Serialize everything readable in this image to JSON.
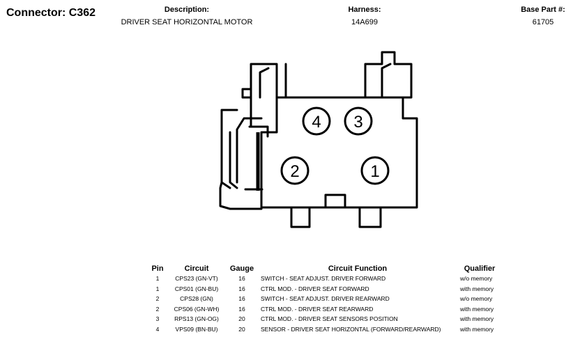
{
  "connector": {
    "title": "Connector: C362"
  },
  "header": {
    "description_label": "Description:",
    "description_value": "DRIVER SEAT HORIZONTAL MOTOR",
    "harness_label": "Harness:",
    "harness_value": "14A699",
    "base_part_label": "Base Part #:",
    "base_part_value": "61705"
  },
  "diagram": {
    "pin_labels": [
      "4",
      "3",
      "2",
      "1"
    ]
  },
  "table": {
    "headers": [
      "Pin",
      "Circuit",
      "Gauge",
      "Circuit Function",
      "Qualifier"
    ],
    "rows": [
      [
        "1",
        "CPS23 (GN-VT)",
        "16",
        "SWITCH - SEAT ADJUST. DRIVER FORWARD",
        "w/o memory"
      ],
      [
        "1",
        "CPS01 (GN-BU)",
        "16",
        "CTRL MOD. - DRIVER SEAT FORWARD",
        "with memory"
      ],
      [
        "2",
        "CPS28 (GN)",
        "16",
        "SWITCH - SEAT ADJUST. DRIVER REARWARD",
        "w/o memory"
      ],
      [
        "2",
        "CPS06 (GN-WH)",
        "16",
        "CTRL MOD. - DRIVER SEAT REARWARD",
        "with memory"
      ],
      [
        "3",
        "RPS13 (GN-OG)",
        "20",
        "CTRL MOD. - DRIVER SEAT SENSORS POSITION",
        "with memory"
      ],
      [
        "4",
        "VPS09 (BN-BU)",
        "20",
        "SENSOR - DRIVER SEAT HORIZONTAL (FORWARD/REARWARD)",
        "with memory"
      ]
    ]
  }
}
